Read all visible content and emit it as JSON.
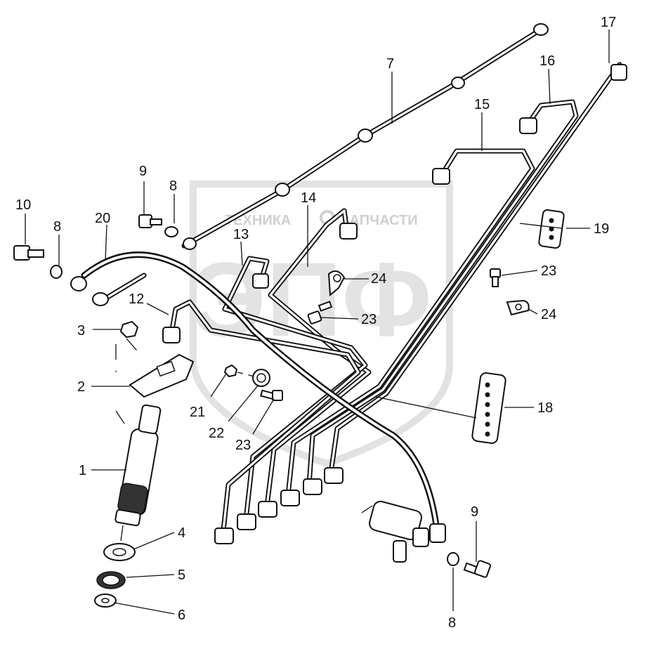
{
  "watermark": {
    "left_text": "ТЕХНИКА",
    "right_text": "ЗАПЧАСТИ",
    "monogram": "ЭПФ"
  },
  "callouts": [
    {
      "id": "c1",
      "label": "1"
    },
    {
      "id": "c2",
      "label": "2"
    },
    {
      "id": "c3",
      "label": "3"
    },
    {
      "id": "c4",
      "label": "4"
    },
    {
      "id": "c5",
      "label": "5"
    },
    {
      "id": "c6",
      "label": "6"
    },
    {
      "id": "c7",
      "label": "7"
    },
    {
      "id": "c8a",
      "label": "8"
    },
    {
      "id": "c8b",
      "label": "8"
    },
    {
      "id": "c8c",
      "label": "8"
    },
    {
      "id": "c9a",
      "label": "9"
    },
    {
      "id": "c9b",
      "label": "9"
    },
    {
      "id": "c10",
      "label": "10"
    },
    {
      "id": "c12",
      "label": "12"
    },
    {
      "id": "c13",
      "label": "13"
    },
    {
      "id": "c14",
      "label": "14"
    },
    {
      "id": "c15",
      "label": "15"
    },
    {
      "id": "c16",
      "label": "16"
    },
    {
      "id": "c17",
      "label": "17"
    },
    {
      "id": "c18",
      "label": "18"
    },
    {
      "id": "c19",
      "label": "19"
    },
    {
      "id": "c20",
      "label": "20"
    },
    {
      "id": "c21",
      "label": "21"
    },
    {
      "id": "c22",
      "label": "22"
    },
    {
      "id": "c23a",
      "label": "23"
    },
    {
      "id": "c23b",
      "label": "23"
    },
    {
      "id": "c23c",
      "label": "23"
    },
    {
      "id": "c24a",
      "label": "24"
    },
    {
      "id": "c24b",
      "label": "24"
    }
  ]
}
